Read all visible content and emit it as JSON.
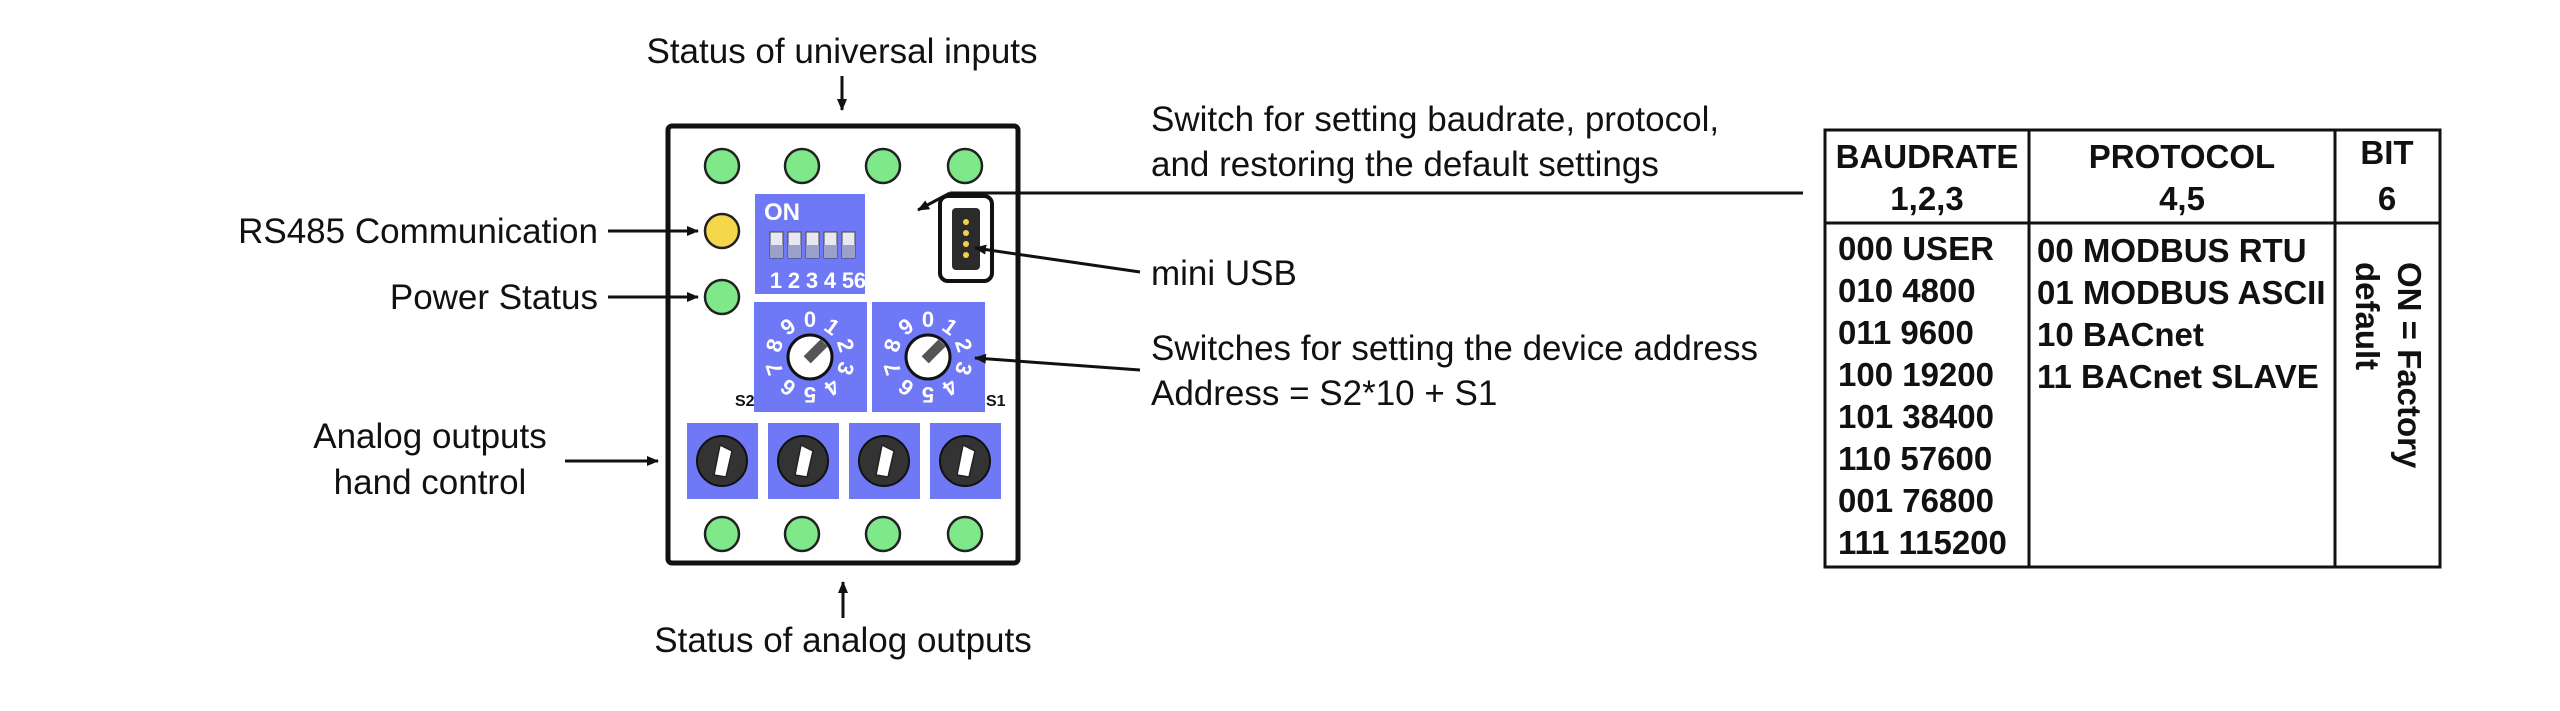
{
  "labels": {
    "status_inputs": "Status of universal inputs",
    "rs485": "RS485 Communication",
    "power": "Power Status",
    "analog_hand_line1": "Analog outputs",
    "analog_hand_line2": "hand control",
    "status_outputs": "Status of analog outputs",
    "switch_baud_line1": "Switch for setting baudrate, protocol,",
    "switch_baud_line2": "and restoring the default settings",
    "mini_usb": "mini USB",
    "address_line1": "Switches for setting the device address",
    "address_line2": "Address = S2*10 + S1"
  },
  "device": {
    "dip_on_label": "ON",
    "dip_numbers": [
      "1",
      "2",
      "3",
      "4",
      "5",
      "6"
    ],
    "rotary_digits": [
      "0",
      "1",
      "2",
      "3",
      "4",
      "5",
      "6",
      "7",
      "8",
      "9"
    ],
    "s2_label": "S2",
    "s1_label": "S1"
  },
  "table": {
    "headers": [
      {
        "line1": "BAUDRATE",
        "line2": "1,2,3"
      },
      {
        "line1": "PROTOCOL",
        "line2": "4,5"
      },
      {
        "line1": "BIT",
        "line2": "6"
      }
    ],
    "baudrates": [
      "000 USER",
      "010 4800",
      "011 9600",
      "100 19200",
      "101 38400",
      "110 57600",
      "001 76800",
      "111 115200"
    ],
    "protocols": [
      "00 MODBUS RTU",
      "01 MODBUS ASCII",
      "10 BACnet",
      "11 BACnet SLAVE"
    ],
    "bit_line1": "ON = Factory",
    "bit_line2": "default"
  },
  "colors": {
    "led_green": "#7ee88a",
    "led_yellow": "#f7d74a",
    "switch_blue": "#6f78f5",
    "knob_dark": "#333333"
  }
}
